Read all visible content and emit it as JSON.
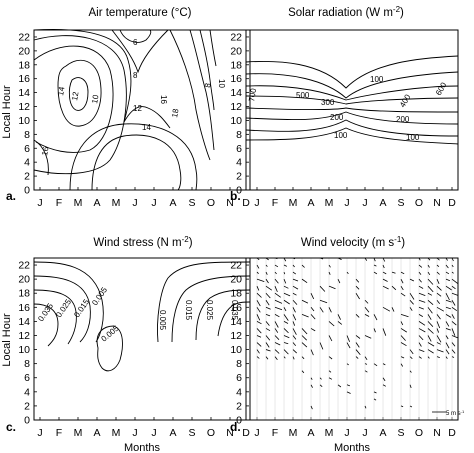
{
  "chart_data": [
    {
      "type": "contour",
      "panel_label": "a.",
      "title": "Air temperature (°C)",
      "ylabel": "Local Hour",
      "xlabel": "",
      "x_categories": [
        "J",
        "F",
        "M",
        "A",
        "M",
        "J",
        "J",
        "A",
        "S",
        "O",
        "N",
        "D"
      ],
      "y_ticks": [
        0,
        2,
        4,
        6,
        8,
        10,
        12,
        14,
        16,
        18,
        20,
        22
      ],
      "ylim": [
        0,
        23
      ],
      "contour_labels": [
        "6",
        "8",
        "10",
        "12",
        "14",
        "16",
        "18",
        "8",
        "10",
        "12",
        "14",
        "16",
        "8",
        "6",
        "12",
        "14"
      ]
    },
    {
      "type": "contour",
      "panel_label": "b.",
      "title": "Solar radiation (W m",
      "title_sup": "-2",
      "title_end": ")",
      "xlabel": "",
      "x_categories": [
        "J",
        "F",
        "M",
        "A",
        "M",
        "J",
        "J",
        "A",
        "S",
        "O",
        "N",
        "D"
      ],
      "y_ticks": [
        0,
        2,
        4,
        6,
        8,
        10,
        12,
        14,
        16,
        18,
        20,
        22
      ],
      "ylim": [
        0,
        23
      ],
      "contour_labels": [
        "100",
        "700",
        "500",
        "300",
        "200",
        "100",
        "400",
        "600",
        "200",
        "100"
      ]
    },
    {
      "type": "contour",
      "panel_label": "c.",
      "title": "Wind stress (N m",
      "title_sup": "-2",
      "title_end": ")",
      "ylabel": "Local Hour",
      "xlabel": "Months",
      "x_categories": [
        "J",
        "F",
        "M",
        "A",
        "M",
        "J",
        "J",
        "A",
        "S",
        "O",
        "N",
        "D"
      ],
      "y_ticks": [
        0,
        2,
        4,
        6,
        8,
        10,
        12,
        14,
        16,
        18,
        20,
        22
      ],
      "ylim": [
        0,
        23
      ],
      "contour_labels": [
        "0.035",
        "0.025",
        "0.015",
        "0.005",
        "0.005",
        "0.005",
        "0.015",
        "0.025",
        "0.035"
      ]
    },
    {
      "type": "quiver",
      "panel_label": "d.",
      "title": "Wind velocity (m s",
      "title_sup": "-1",
      "title_end": ")",
      "xlabel": "Months",
      "x_categories": [
        "J",
        "F",
        "M",
        "A",
        "M",
        "J",
        "J",
        "A",
        "S",
        "O",
        "N",
        "D"
      ],
      "y_ticks": [
        0,
        2,
        4,
        6,
        8,
        10,
        12,
        14,
        16,
        18,
        20,
        22
      ],
      "ylim": [
        0,
        23
      ],
      "scale_label": "5 m s",
      "scale_sup": "-1"
    }
  ]
}
